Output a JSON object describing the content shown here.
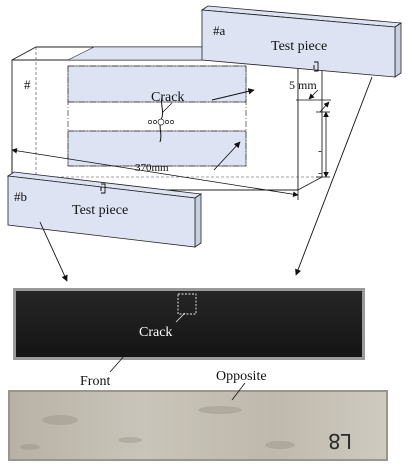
{
  "labels": {
    "plate_id": "#",
    "piece_a_id": "#a",
    "piece_b_id": "#b",
    "test_piece": "Test piece",
    "crack": "Crack",
    "width_dim": "5 mm",
    "length_dim": "370mm",
    "side_dim_1": "-",
    "side_dim_2": "-",
    "photo_crack": "Crack",
    "front": "Front",
    "opposite": "Opposite",
    "specimen_mark": "L8"
  },
  "colors": {
    "piece_fill": "#dde3f3",
    "band_fill": "#dde3f3",
    "plate_fill": "#ffffff",
    "line": "#222222",
    "front_photo": "#1a1a1a",
    "front_edge": "#9a9a9a",
    "back_photo": "#bdb7ab",
    "marker_box": "#f0f0f0"
  }
}
